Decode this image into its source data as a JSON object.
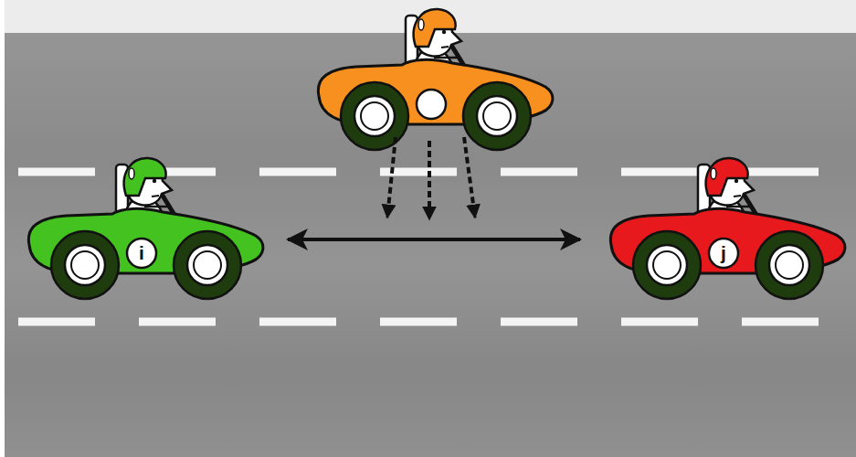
{
  "diagram": {
    "nodes": [
      {
        "text": [
          "i"
        ]
      },
      {
        "text": [
          "j"
        ]
      }
    ],
    "edges": [
      {
        "from": 0,
        "to": 1,
        "arrow": "both"
      }
    ]
  }
}
